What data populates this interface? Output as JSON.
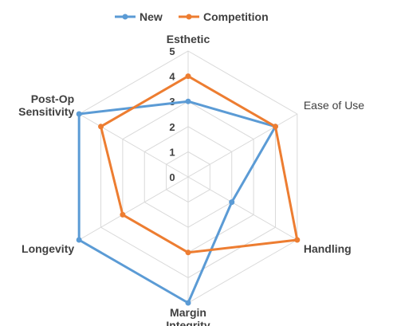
{
  "chart_data": {
    "type": "radar",
    "title": "",
    "axes": [
      "Esthetic",
      "Ease of Use",
      "Handling",
      "Margin Integrity",
      "Longevity",
      "Post-Op Sensitivity"
    ],
    "axis_label_bold": [
      true,
      false,
      true,
      true,
      true,
      true
    ],
    "ticks": [
      "0",
      "1",
      "2",
      "3",
      "4",
      "5"
    ],
    "range": [
      0,
      5
    ],
    "grid": true,
    "legend_position": "top",
    "series": [
      {
        "name": "New",
        "color": "#5b9bd5",
        "values": [
          3,
          4,
          2,
          5,
          5,
          5
        ]
      },
      {
        "name": "Competition",
        "color": "#ed7d31",
        "values": [
          4,
          4,
          5,
          3,
          3,
          4
        ]
      }
    ]
  }
}
